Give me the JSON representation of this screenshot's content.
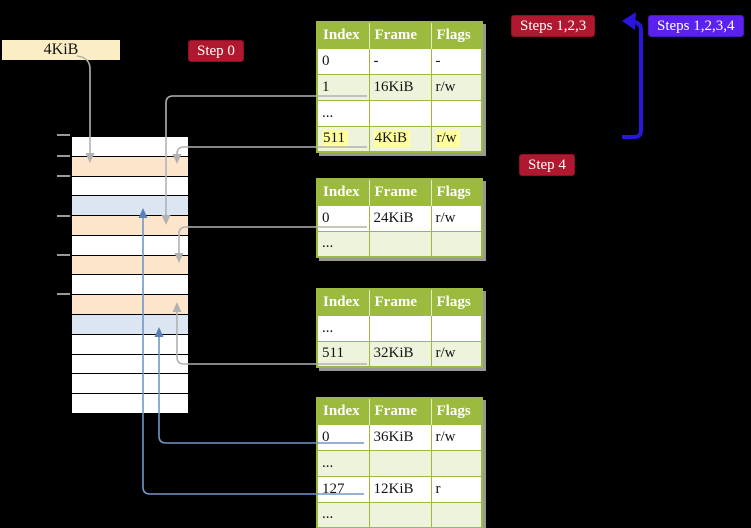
{
  "labels": {
    "page_size": "4KiB"
  },
  "badges": {
    "step0": "Step 0",
    "steps123": "Steps 1,2,3",
    "steps1234": "Steps 1,2,3,4",
    "step4": "Step 4"
  },
  "tables": [
    {
      "name": "page-table-top",
      "headers": [
        "Index",
        "Frame",
        "Flags"
      ],
      "rows": [
        {
          "index": "0",
          "frame": "-",
          "flags": "-",
          "highlight": false
        },
        {
          "index": "1",
          "frame": "16KiB",
          "flags": "r/w",
          "highlight": false
        },
        {
          "index": "...",
          "frame": "",
          "flags": "",
          "highlight": false
        },
        {
          "index": "511",
          "frame": "4KiB",
          "flags": "r/w",
          "highlight": true
        }
      ]
    },
    {
      "name": "page-table-second",
      "headers": [
        "Index",
        "Frame",
        "Flags"
      ],
      "rows": [
        {
          "index": "0",
          "frame": "24KiB",
          "flags": "r/w",
          "highlight": false
        },
        {
          "index": "...",
          "frame": "",
          "flags": "",
          "highlight": false
        }
      ]
    },
    {
      "name": "page-table-third",
      "headers": [
        "Index",
        "Frame",
        "Flags"
      ],
      "rows": [
        {
          "index": "...",
          "frame": "",
          "flags": "",
          "highlight": false
        },
        {
          "index": "511",
          "frame": "32KiB",
          "flags": "r/w",
          "highlight": false
        }
      ]
    },
    {
      "name": "page-table-fourth",
      "headers": [
        "Index",
        "Frame",
        "Flags"
      ],
      "rows": [
        {
          "index": "0",
          "frame": "36KiB",
          "flags": "r/w",
          "highlight": false
        },
        {
          "index": "...",
          "frame": "",
          "flags": "",
          "highlight": false
        },
        {
          "index": "127",
          "frame": "12KiB",
          "flags": "r",
          "highlight": false
        },
        {
          "index": "...",
          "frame": "",
          "flags": "",
          "highlight": false
        }
      ]
    }
  ],
  "memory": {
    "rows": [
      "white",
      "peach",
      "white",
      "blue",
      "peach",
      "white",
      "peach",
      "white",
      "peach",
      "blue",
      "white",
      "white",
      "white",
      "white"
    ]
  },
  "colors": {
    "badge_red": "#b0182f",
    "badge_blue": "#5b21ef",
    "table_header_green": "#9cba3d",
    "table_row_green": "#eef3dc",
    "highlight_yellow": "#ffff9d",
    "memory_peach": "#fde5cc",
    "memory_blue": "#dce6f3",
    "connector_gray": "#b2b2b2",
    "connector_blue": "#7495c8",
    "return_arrow_blue": "#2a15dc",
    "page_size_box": "#fbedc4"
  }
}
